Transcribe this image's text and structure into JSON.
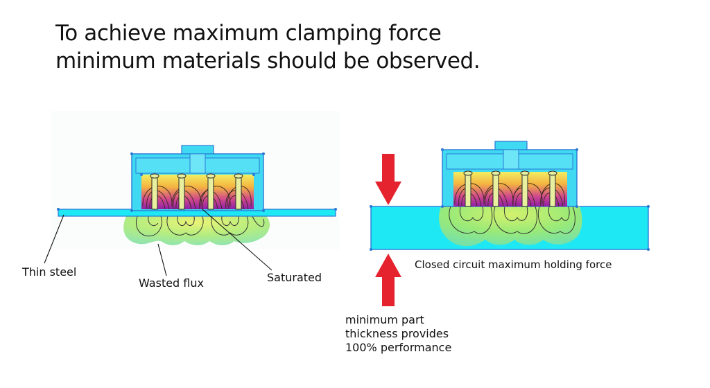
{
  "title": {
    "line1": "To achieve maximum clamping force",
    "line2": "minimum materials should be observed."
  },
  "left_diagram": {
    "labels": {
      "thin_steel": "Thin steel",
      "wasted_flux": "Wasted flux",
      "saturated": "Saturated"
    }
  },
  "right_diagram": {
    "caption": "Closed circuit maximum holding force",
    "note": {
      "line1": "minimum part",
      "line2": "thickness provides",
      "line3": "100% performance"
    }
  },
  "colors": {
    "magnet_body": "#3fd9f2",
    "outline": "#2a78d6",
    "workpiece": "#1fe8f5",
    "arrow": "#e5232e",
    "field_hot": "#a020a0",
    "field_warm": "#f0a030",
    "field_cool": "#ecf060",
    "leak": "#9ee86a"
  }
}
